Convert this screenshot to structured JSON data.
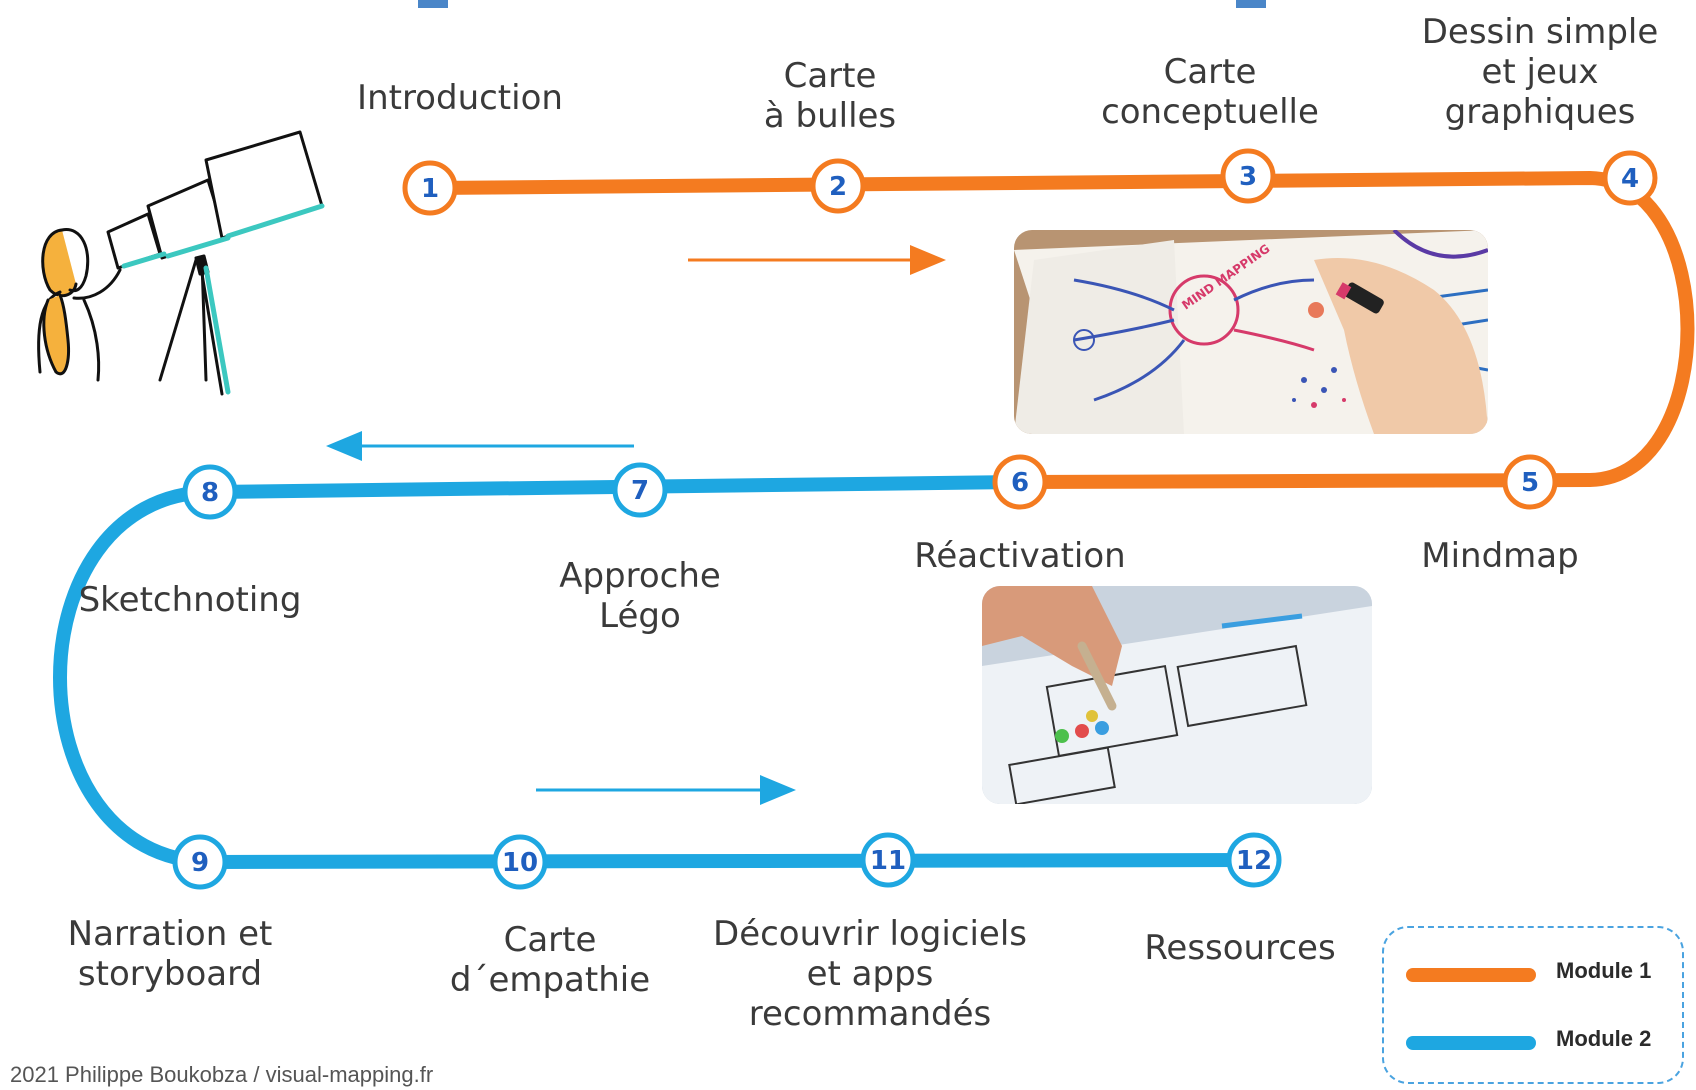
{
  "colors": {
    "module1": "#f47b20",
    "module2": "#1ea7e1",
    "node_text": "#1f5fbf"
  },
  "nodes": [
    {
      "number": "1",
      "label": "Introduction",
      "module": "module1"
    },
    {
      "number": "2",
      "label": "Carte\nà bulles",
      "module": "module1"
    },
    {
      "number": "3",
      "label": "Carte\nconceptuelle",
      "module": "module1"
    },
    {
      "number": "4",
      "label": "Dessin simple\net jeux\ngraphiques",
      "module": "module1"
    },
    {
      "number": "5",
      "label": "Mindmap",
      "module": "module1"
    },
    {
      "number": "6",
      "label": "Réactivation",
      "module": "module1"
    },
    {
      "number": "7",
      "label": "Approche\nLégo",
      "module": "module2"
    },
    {
      "number": "8",
      "label": "Sketchnoting",
      "module": "module2"
    },
    {
      "number": "9",
      "label": "Narration et\nstoryboard",
      "module": "module2"
    },
    {
      "number": "10",
      "label": "Carte\nd´empathie",
      "module": "module2"
    },
    {
      "number": "11",
      "label": "Découvrir logiciels\net apps\nrecommandés",
      "module": "module2"
    },
    {
      "number": "12",
      "label": "Ressources",
      "module": "module2"
    }
  ],
  "legend": [
    {
      "label": "Module 1",
      "module": "module1"
    },
    {
      "label": "Module 2",
      "module": "module2"
    }
  ],
  "images": [
    {
      "name": "mind-mapping-drawing-photo",
      "text": "MIND MAPPING"
    },
    {
      "name": "sketching-tablet-photo",
      "text": ""
    }
  ],
  "footer": "2021 Philippe Boukobza /  visual-mapping.fr"
}
